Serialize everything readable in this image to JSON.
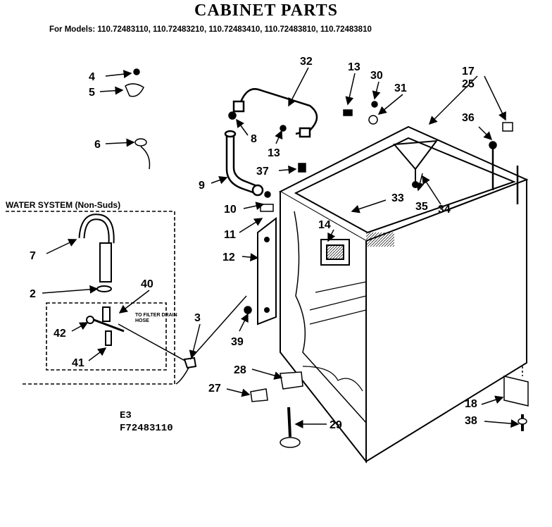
{
  "title": "CABINET PARTS",
  "models_line": "For Models: 110.72483110, 110.72483210, 110.72483410, 110.72483810, 110.72483810",
  "water_system_title": "WATER SYSTEM (Non-Suds)",
  "filter_note": "TO FILTER DRAIN HOSE",
  "code_e3": "E3",
  "code_figure": "F72483110",
  "callouts": [
    {
      "id": "c4",
      "label": "4"
    },
    {
      "id": "c5",
      "label": "5"
    },
    {
      "id": "c6",
      "label": "6"
    },
    {
      "id": "c32",
      "label": "32"
    },
    {
      "id": "c13a",
      "label": "13"
    },
    {
      "id": "c30",
      "label": "30"
    },
    {
      "id": "c31",
      "label": "31"
    },
    {
      "id": "c17",
      "label": "17"
    },
    {
      "id": "c25",
      "label": "25"
    },
    {
      "id": "c8",
      "label": "8"
    },
    {
      "id": "c13b",
      "label": "13"
    },
    {
      "id": "c36",
      "label": "36"
    },
    {
      "id": "c37",
      "label": "37"
    },
    {
      "id": "c9",
      "label": "9"
    },
    {
      "id": "c33",
      "label": "33"
    },
    {
      "id": "c35",
      "label": "35"
    },
    {
      "id": "c34",
      "label": "34"
    },
    {
      "id": "c10",
      "label": "10"
    },
    {
      "id": "c14",
      "label": "14"
    },
    {
      "id": "c11",
      "label": "11"
    },
    {
      "id": "c12",
      "label": "12"
    },
    {
      "id": "c7",
      "label": "7"
    },
    {
      "id": "c2",
      "label": "2"
    },
    {
      "id": "c40",
      "label": "40"
    },
    {
      "id": "c3",
      "label": "3"
    },
    {
      "id": "c42",
      "label": "42"
    },
    {
      "id": "c39",
      "label": "39"
    },
    {
      "id": "c41",
      "label": "41"
    },
    {
      "id": "c28",
      "label": "28"
    },
    {
      "id": "c27",
      "label": "27"
    },
    {
      "id": "c18",
      "label": "18"
    },
    {
      "id": "c29",
      "label": "29"
    },
    {
      "id": "c38",
      "label": "38"
    }
  ]
}
